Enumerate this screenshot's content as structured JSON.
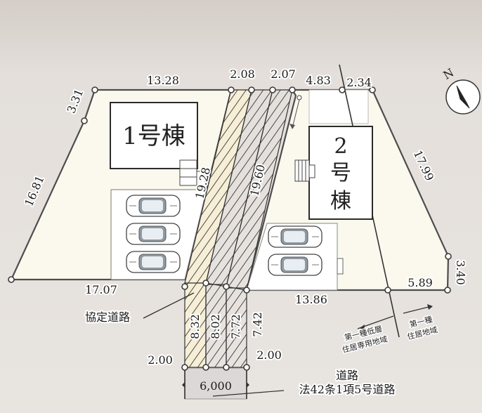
{
  "bldg1": "1号棟",
  "bldg2_line1": "2",
  "bldg2_line2": "号",
  "bldg2_line3": "棟",
  "dimensions": {
    "top_left": "13.28",
    "strip1_top": "2.08",
    "strip2_top": "2.07",
    "top_mid": "4.83",
    "top_right": "2.34",
    "left_corner": "3.31",
    "left_side": "16.81",
    "right_side": "17.99",
    "right_corner": "3.40",
    "bottom_left": "17.07",
    "bottom_mid": "13.86",
    "bottom_right": "5.89",
    "strip1_len": "19.28",
    "strip2_len": "19.60",
    "road_a": "8.32",
    "road_b": "8.02",
    "road_c": "7.72",
    "road_d": "7.42",
    "frontage_left": "2.00",
    "frontage_right": "2.00"
  },
  "agreement_road": "協定道路",
  "zone_left_line1": "第一種低層",
  "zone_left_line2": "住居専用地域",
  "zone_right_line1": "第一種",
  "zone_right_line2": "住居地域",
  "road_label": "道路",
  "road_width": "6,000",
  "road_type": "法42条1項5号道路",
  "compass_letter": "N"
}
